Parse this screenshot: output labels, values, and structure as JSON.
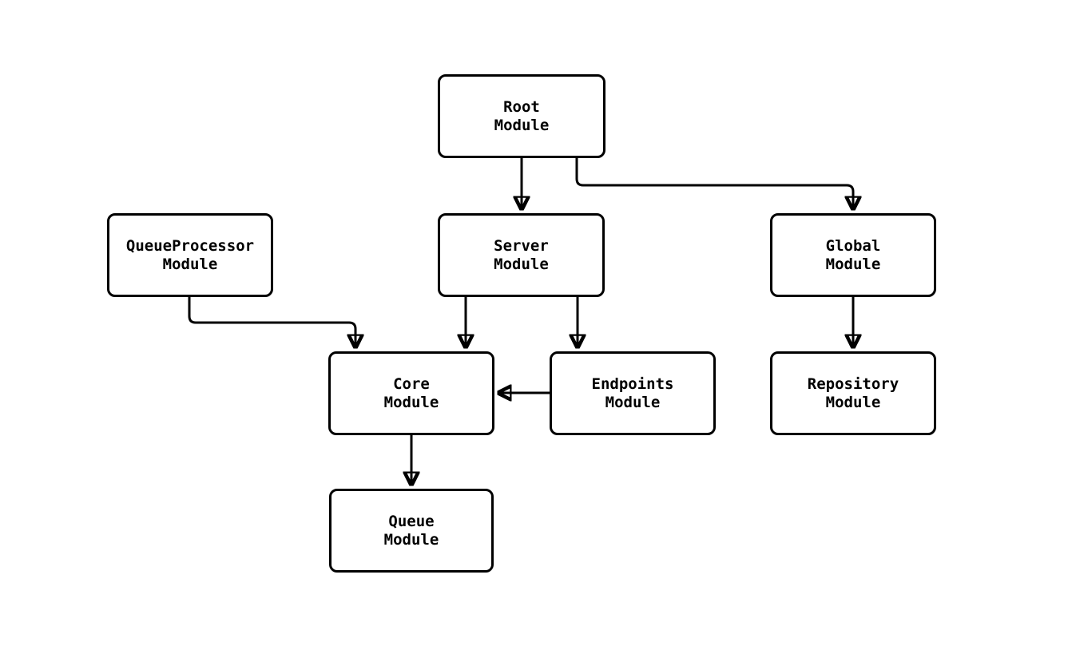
{
  "diagram": {
    "type": "flowchart",
    "background_color": "#ffffff",
    "node_fill_color": "#ffffff",
    "node_border_color": "#000000",
    "line_color": "#000000",
    "text_color": "#000000",
    "nodes": [
      {
        "id": "root",
        "label": "Root\nModule"
      },
      {
        "id": "queueprocessor",
        "label": "QueueProcessor\nModule"
      },
      {
        "id": "server",
        "label": "Server\nModule"
      },
      {
        "id": "global",
        "label": "Global\nModule"
      },
      {
        "id": "core",
        "label": "Core\nModule"
      },
      {
        "id": "endpoints",
        "label": "Endpoints\nModule"
      },
      {
        "id": "repository",
        "label": "Repository\nModule"
      },
      {
        "id": "queue",
        "label": "Queue\nModule"
      }
    ],
    "edges": [
      {
        "from": "root",
        "to": "server"
      },
      {
        "from": "root",
        "to": "global"
      },
      {
        "from": "queueprocessor",
        "to": "core"
      },
      {
        "from": "server",
        "to": "core"
      },
      {
        "from": "server",
        "to": "endpoints"
      },
      {
        "from": "endpoints",
        "to": "core"
      },
      {
        "from": "global",
        "to": "repository"
      },
      {
        "from": "core",
        "to": "queue"
      }
    ]
  }
}
